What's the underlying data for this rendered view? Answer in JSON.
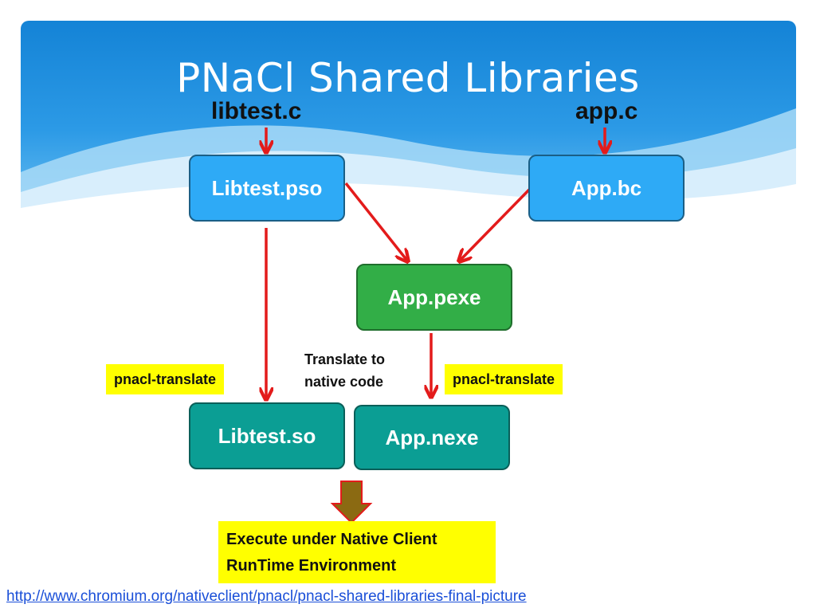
{
  "slide": {
    "title": "PNaCl Shared Libraries",
    "sources": {
      "left": "libtest.c",
      "right": "app.c"
    },
    "boxes": {
      "libtest_pso": "Libtest.pso",
      "app_bc": "App.bc",
      "app_pexe": "App.pexe",
      "libtest_so": "Libtest.so",
      "app_nexe": "App.nexe"
    },
    "tags": {
      "left": "pnacl-translate",
      "right": "pnacl-translate"
    },
    "note": {
      "line1": "Translate to",
      "line2": "native code"
    },
    "execute": {
      "line1": "Execute under Native Client",
      "line2": "RunTime Environment"
    },
    "link": "http://www.chromium.org/nativeclient/pnacl/pnacl-shared-libraries-final-picture"
  },
  "colors": {
    "header_blue": "#1b8ee0",
    "box_blue": "#2eaaf6",
    "box_green": "#32ae47",
    "box_teal": "#0b9e94",
    "arrow_red": "#e31b1b",
    "highlight_yellow": "#ffff00",
    "down_arrow_fill": "#8b6a12",
    "link_blue": "#1a4fd8"
  }
}
